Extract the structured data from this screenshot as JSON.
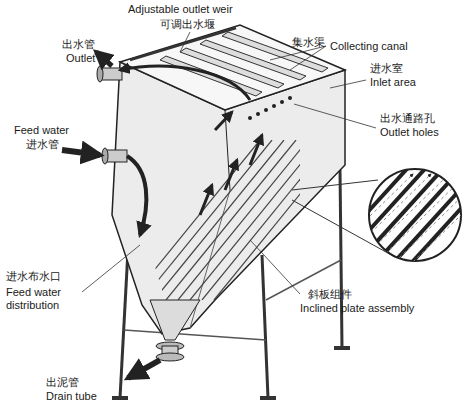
{
  "diagram": {
    "labels": [
      "Adjustable outlet weir",
      "可调出水堰",
      "集水渠",
      "Collecting canal",
      "进水室",
      "Inlet area",
      "出水管",
      "Outlet",
      "Feed water",
      "进水管",
      "出水通路孔",
      "Outlet holes",
      "进水布水口",
      "Feed water distribution",
      "斜板组件",
      "Inclined plate assembly",
      "出泥管",
      "Drain tube"
    ]
  }
}
